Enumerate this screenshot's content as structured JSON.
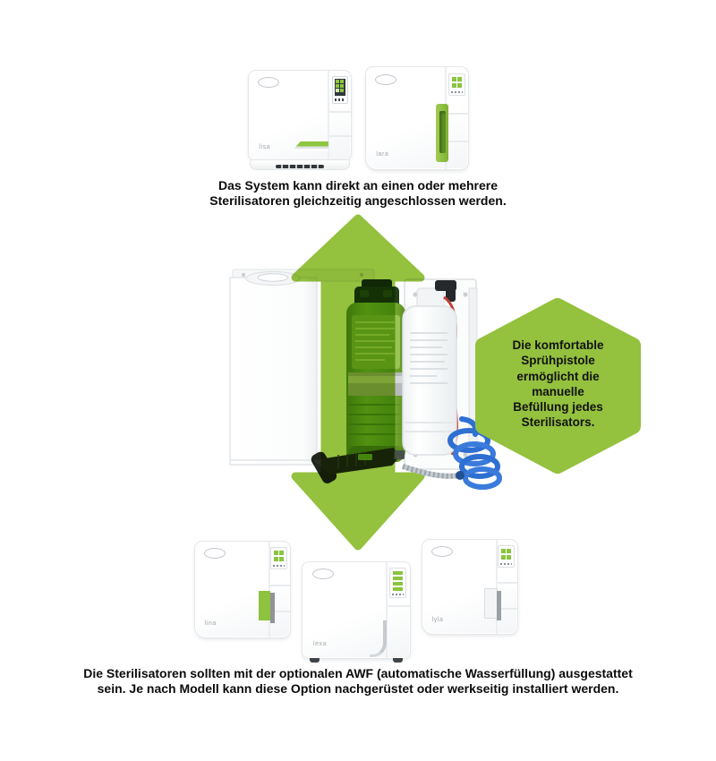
{
  "captions": {
    "top": {
      "line1": "Das System kann direkt an einen oder mehrere",
      "line2": "Sterilisatoren gleichzeitig angeschlossen werden."
    },
    "bottom": {
      "line1": "Die Sterilisatoren sollten mit der optionalen AWF (automatische Wasserfüllung) ausgestattet",
      "line2": "sein. Je nach Modell kann diese Option nachgerüstet oder werkseitig installiert werden."
    }
  },
  "hexagon": {
    "lines": [
      "Die komfortable",
      "Sprühpistole",
      "ermöglicht die",
      "manuelle",
      "Befüllung jedes",
      "Sterilisators."
    ],
    "color": "#94c13e"
  },
  "sterilizers": {
    "top": [
      {
        "model": "lisa"
      },
      {
        "model": "lara"
      }
    ],
    "bottom": [
      {
        "model": "lina"
      },
      {
        "model": "lexa"
      },
      {
        "model": "lyla"
      }
    ]
  },
  "colors": {
    "accent_green": "#94c13e",
    "hose_blue": "#2e6fd2",
    "text": "#0b0b0b"
  }
}
